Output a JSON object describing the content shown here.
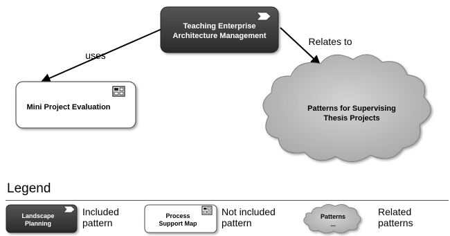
{
  "diagram": {
    "nodes": {
      "main": {
        "line1": "Teaching Enterprise",
        "line2": "Architecture Management"
      },
      "mini": {
        "label": "Mini Project Evaluation"
      },
      "cloud": {
        "line1": "Patterns for Supervising",
        "line2": "Thesis Projects"
      }
    },
    "edges": {
      "uses": "uses",
      "relates": "Relates to"
    }
  },
  "legend": {
    "title": "Legend",
    "included": {
      "line1": "Landscape",
      "line2": "Planning",
      "desc": "Included\npattern"
    },
    "not_included": {
      "line1": "Process",
      "line2": "Support Map",
      "desc": "Not included\npattern"
    },
    "related": {
      "line1": "Patterns",
      "line2": "...",
      "desc": "Related\npatterns"
    }
  },
  "colors": {
    "dark_box": "#3a3a3a",
    "cloud_fill": "#c4c4c4",
    "edge": "#000000"
  }
}
